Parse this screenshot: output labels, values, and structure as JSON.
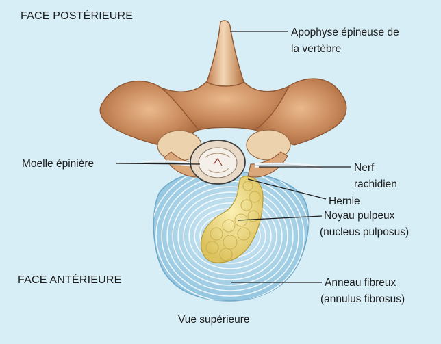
{
  "labels": {
    "face_posterieure": "FACE POSTÉRIEURE",
    "face_anterieure": "FACE ANTÉRIEURE",
    "vue_superieure": "Vue supérieure",
    "apophyse_line1": "Apophyse épineuse de",
    "apophyse_line2": "la vertèbre",
    "moelle": "Moelle épinière",
    "nerf_line1": "Nerf",
    "nerf_line2": "rachidien",
    "hernie": "Hernie",
    "noyau_line1": "Noyau pulpeux",
    "noyau_line2": "(nucleus pulposus)",
    "anneau_line1": "Anneau fibreux",
    "anneau_line2": "(annulus fibrosus)"
  },
  "colors": {
    "background": "#d8eef6",
    "bone": "#c98a5c",
    "bone_light": "#ecd2ad",
    "disc": "#bfe0ef",
    "disc_rings": "#ffffff",
    "nucleus": "#f1e08c",
    "leader": "#1d1d1d"
  }
}
